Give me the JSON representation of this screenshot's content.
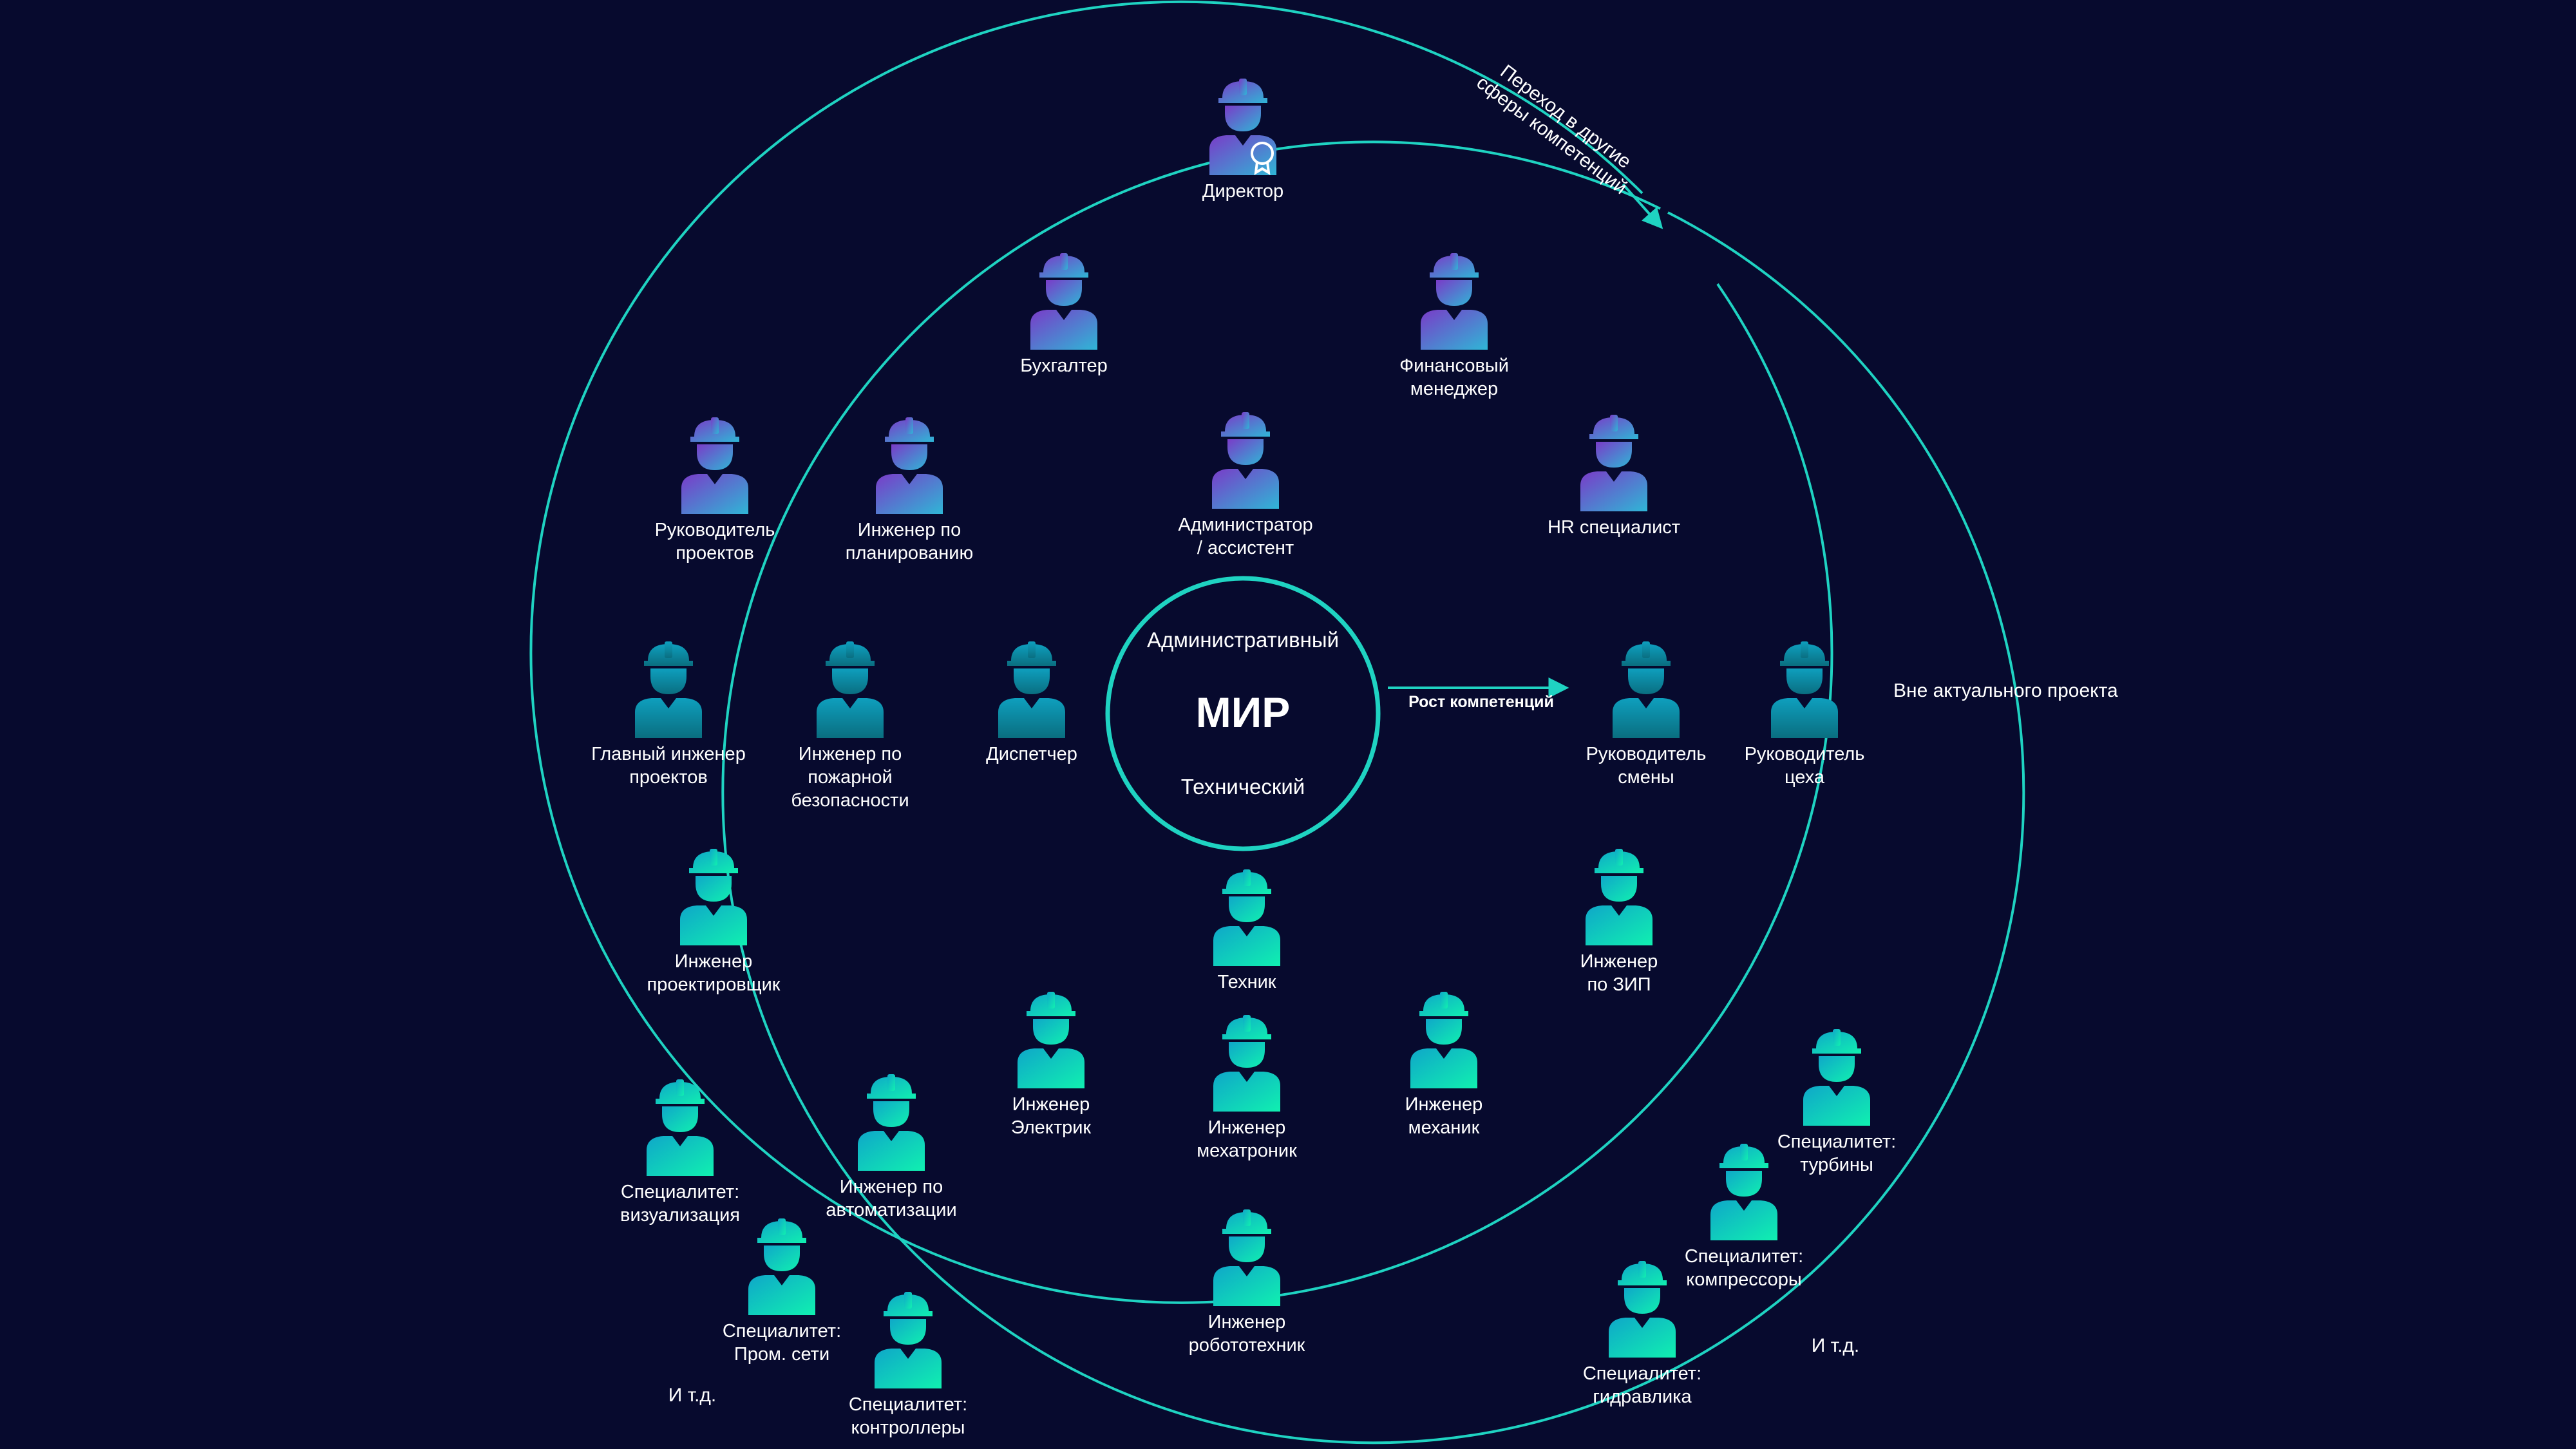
{
  "diagram": {
    "center": {
      "top_label": "Административный",
      "main_label": "МИР",
      "bottom_label": "Технический"
    },
    "growth_arrow_label": "Рост компетенций",
    "outside_label": "Вне актуального проекта",
    "transition_label": "Переход в другие\nсферы компетенций",
    "etc_left": "И т.д.",
    "etc_right": "И т.д.",
    "colors": {
      "background": "#070A2E",
      "ring": "#1FD3C2",
      "admin_gradient_top": "#7A3BC8",
      "admin_gradient_bottom": "#2FB6D6",
      "tech_gradient_top": "#0FA7C9",
      "tech_gradient_bottom": "#10F0B0"
    },
    "people": [
      {
        "id": "director",
        "label": "Директор",
        "group": "admin",
        "badge": true
      },
      {
        "id": "accountant",
        "label": "Бухгалтер",
        "group": "admin"
      },
      {
        "id": "finance-manager",
        "label": "Финансовый\nменеджер",
        "group": "admin"
      },
      {
        "id": "project-manager",
        "label": "Руководитель\nпроектов",
        "group": "admin"
      },
      {
        "id": "planning-engineer",
        "label": "Инженер по\nпланированию",
        "group": "admin"
      },
      {
        "id": "administrator",
        "label": "Администратор\n/ ассистент",
        "group": "admin"
      },
      {
        "id": "hr-specialist",
        "label": "HR специалист",
        "group": "admin"
      },
      {
        "id": "chief-project-engineer",
        "label": "Главный инженер\nпроектов",
        "group": "mid"
      },
      {
        "id": "fire-safety-engineer",
        "label": "Инженер по\nпожарной\nбезопасности",
        "group": "mid"
      },
      {
        "id": "dispatcher",
        "label": "Диспетчер",
        "group": "mid"
      },
      {
        "id": "shift-supervisor",
        "label": "Руководитель\nсмены",
        "group": "mid"
      },
      {
        "id": "workshop-head",
        "label": "Руководитель\nцеха",
        "group": "mid"
      },
      {
        "id": "design-engineer",
        "label": "Инженер\nпроектировщик",
        "group": "tech"
      },
      {
        "id": "technician",
        "label": "Техник",
        "group": "tech"
      },
      {
        "id": "spare-parts-engineer",
        "label": "Инженер\nпо ЗИП",
        "group": "tech"
      },
      {
        "id": "electrical-engineer",
        "label": "Инженер\nЭлектрик",
        "group": "tech"
      },
      {
        "id": "mechatronics-engineer",
        "label": "Инженер\nмехатроник",
        "group": "tech"
      },
      {
        "id": "mechanical-engineer",
        "label": "Инженер\nмеханик",
        "group": "tech"
      },
      {
        "id": "automation-engineer",
        "label": "Инженер по\nавтоматизации",
        "group": "tech"
      },
      {
        "id": "robotics-engineer",
        "label": "Инженер\nробототехник",
        "group": "tech"
      },
      {
        "id": "visualization-specialist",
        "label": "Специалитет:\nвизуализация",
        "group": "tech"
      },
      {
        "id": "industrial-networks-specialist",
        "label": "Специалитет:\nПром. сети",
        "group": "tech"
      },
      {
        "id": "controllers-specialist",
        "label": "Специалитет:\nконтроллеры",
        "group": "tech"
      },
      {
        "id": "turbines-specialist",
        "label": "Специалитет:\nтурбины",
        "group": "tech"
      },
      {
        "id": "compressors-specialist",
        "label": "Специалитет:\nкомпрессоры",
        "group": "tech"
      },
      {
        "id": "hydraulics-specialist",
        "label": "Специалитет:\nгидравлика",
        "group": "tech"
      }
    ]
  }
}
